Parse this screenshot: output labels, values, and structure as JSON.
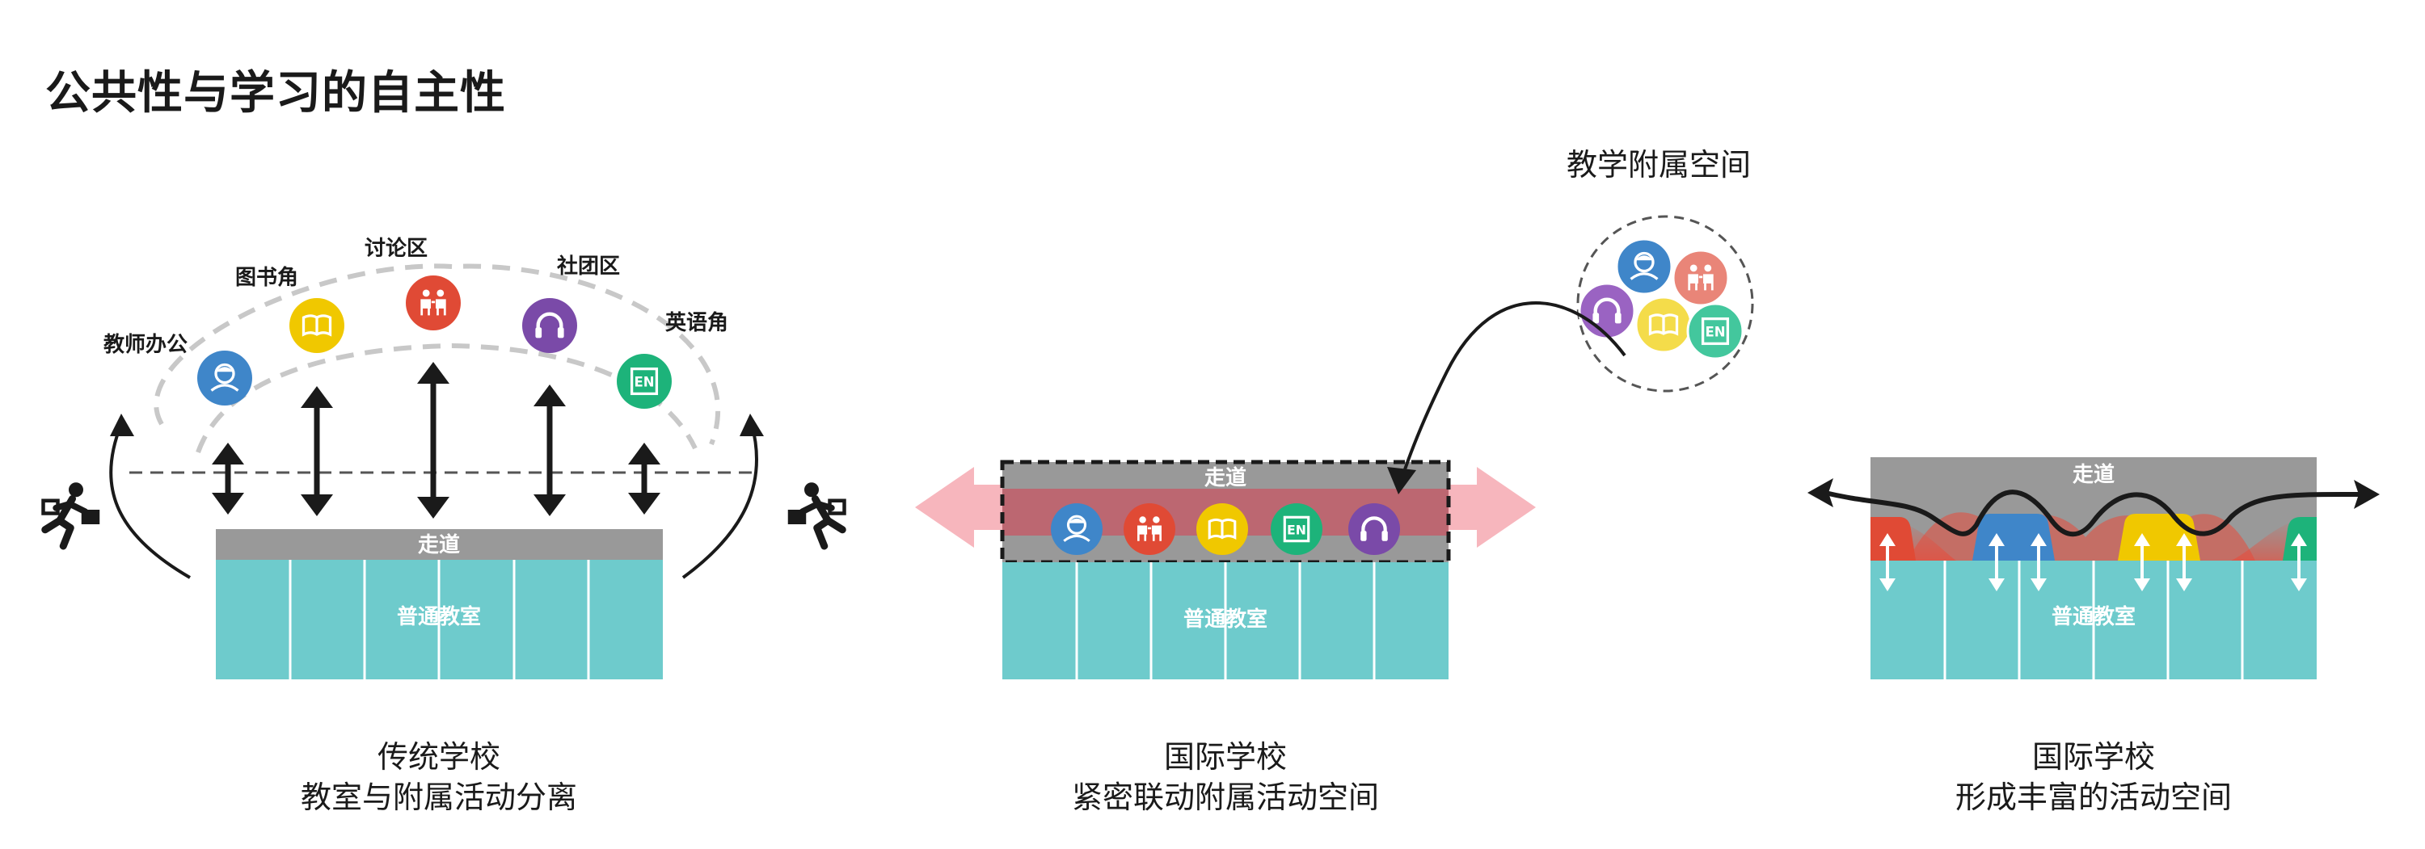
{
  "title": "公共性与学习的自主性",
  "panels": [
    {
      "corridor": "走道",
      "classroom": "普通教室",
      "caption_line1": "传统学校",
      "caption_line2": "教室与附属活动分离",
      "spaces": [
        {
          "label": "教师办公",
          "icon": "teacher-icon",
          "color": "#3f86c9"
        },
        {
          "label": "图书角",
          "icon": "book-icon",
          "color": "#f0c800"
        },
        {
          "label": "讨论区",
          "icon": "discussion-icon",
          "color": "#e04a35"
        },
        {
          "label": "社团区",
          "icon": "headphones-icon",
          "color": "#7a4aa8"
        },
        {
          "label": "英语角",
          "icon": "en-icon",
          "color": "#1db37a"
        }
      ]
    },
    {
      "corridor": "走道",
      "classroom": "普通教室",
      "caption_line1": "国际学校",
      "caption_line2": "紧密联动附属活动空间",
      "bubble_label": "教学附属空间"
    },
    {
      "corridor": "走道",
      "classroom": "普通教室",
      "caption_line1": "国际学校",
      "caption_line2": "形成丰富的活动空间"
    }
  ],
  "colors": {
    "teal": "#6ecbcc",
    "corridor_gray": "#999999",
    "dashed_gray": "#c8c8c8",
    "pink_arrow": "#f7b6bd",
    "red": "#e04a35",
    "blue": "#3f86c9",
    "yellow": "#f0c800",
    "green": "#1db37a",
    "purple": "#7a4aa8",
    "peach": "#e98578",
    "dark": "#1a1a1a"
  }
}
